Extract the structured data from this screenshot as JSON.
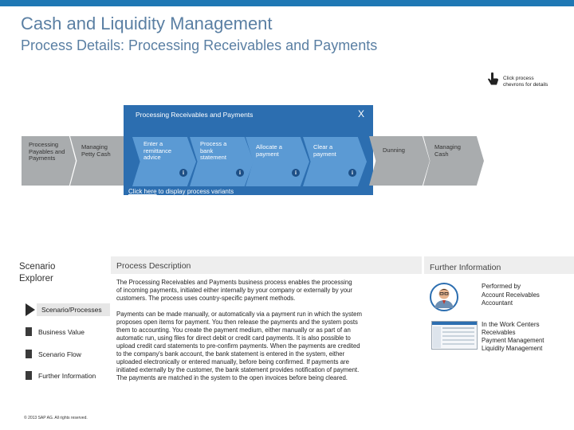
{
  "header": {
    "title": "Cash and Liquidity Management",
    "subtitle": "Process Details: Processing Receivables and Payments",
    "hint_lines": [
      "Click process",
      "chevrons for details"
    ]
  },
  "chain": {
    "left_steps": [
      {
        "lines": [
          "Processing",
          "Payables and",
          "Payments"
        ]
      },
      {
        "lines": [
          "Managing",
          "Petty Cash"
        ]
      }
    ],
    "panel_title": "Processing Receivables and Payments",
    "close_label": "X",
    "inner_steps": [
      {
        "lines": [
          "Enter a",
          "remittance",
          "advice"
        ]
      },
      {
        "lines": [
          "Process a",
          "bank",
          "statement"
        ]
      },
      {
        "lines": [
          "Allocate a",
          "payment"
        ]
      },
      {
        "lines": [
          "Clear a",
          "payment"
        ]
      }
    ],
    "info_glyph": "i",
    "right_steps": [
      {
        "lines": [
          "Dunning"
        ]
      },
      {
        "lines": [
          "Managing",
          "Cash"
        ]
      }
    ],
    "variants_link": "Click here",
    "variants_text": " to display process variants"
  },
  "explorer": {
    "title_lines": [
      "Scenario",
      "Explorer"
    ],
    "items": [
      {
        "label": "Scenario/Processes",
        "active": true
      },
      {
        "label": "Business Value"
      },
      {
        "label": "Scenario Flow"
      },
      {
        "label": "Further Information"
      }
    ],
    "copyright": "© 2013 SAP AG. All rights reserved."
  },
  "description": {
    "title": "Process Description",
    "para1": [
      "The Processing Receivables and Payments business process enables the processing",
      "of incoming payments, initiated either internally by your company or externally by your",
      "customers. The process uses country-specific payment methods."
    ],
    "para2": [
      "Payments can be made manually, or automatically via a payment run in which the system",
      "proposes open items for payment. You then release the payments and the system posts",
      "them to accounting. You create the payment medium, either manually or as part of an",
      "automatic run, using files for direct debit or credit card payments. It is also possible to",
      "upload credit card statements to pre-confirm payments. When the payments are credited",
      "to the company's bank account, the bank statement is entered in the system, either",
      "uploaded electronically or entered manually, before being confirmed. If payments are",
      "initiated externally by the customer, the bank statement provides notification of payment.",
      "The payments are matched in the system to the open invoices before being cleared."
    ]
  },
  "further_info": {
    "title": "Further Information",
    "performed_by_label": "Performed by",
    "roles": [
      "Account Receivables",
      "Accountant"
    ],
    "work_centers_label": "In the Work Centers",
    "work_centers": [
      "Receivables",
      "Payment Management",
      "Liquidity Management"
    ]
  },
  "colors": {
    "accent_bar": "#1f78b4",
    "panel_blue": "#2c6eb0",
    "step_blue": "#5b9ad4",
    "step_grey": "#a9acae",
    "title_blue": "#5a7fa3"
  }
}
